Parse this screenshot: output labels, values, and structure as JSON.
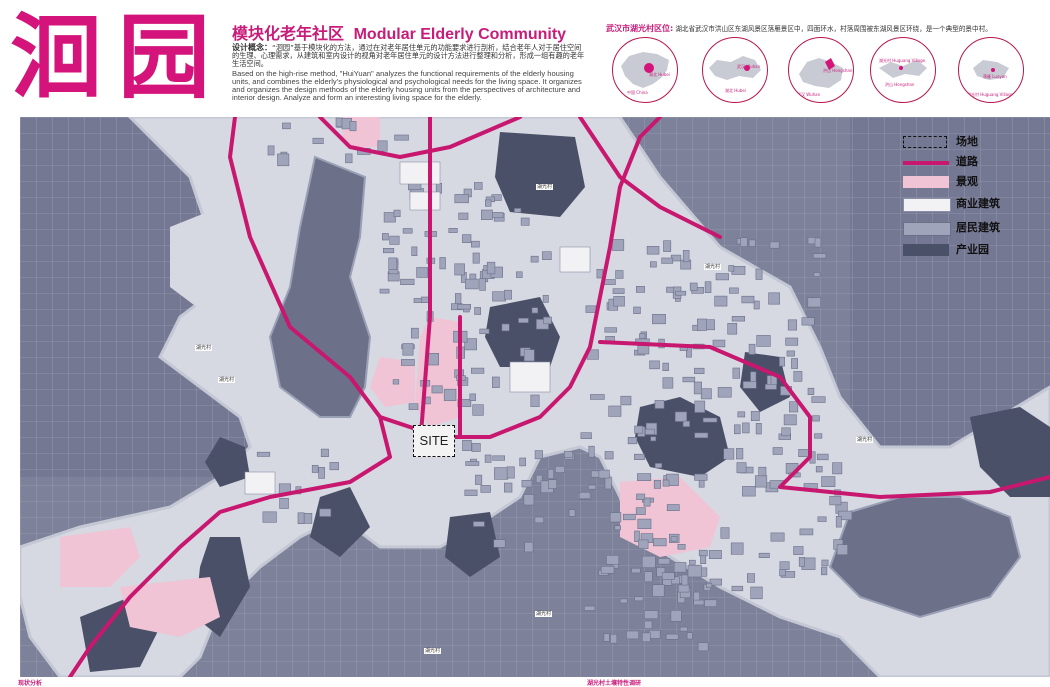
{
  "logo": {
    "char1": "洄",
    "char2": "园"
  },
  "title": {
    "cn": "模块化老年社区",
    "en": "Modular Elderly Community"
  },
  "concept": {
    "label": "设计概念：",
    "cn": "“洄园”基于模块化的方法，通过在对老年居住单元的功能要求进行剖析，结合老年人对于居住空间的生理、心理需求，从建筑和室内设计的视角对老年居住单元的设计方法进行整理和分析，形成一组有趣的老年生活空间。",
    "en": "Based on the high-rise method, \"HuiYuan\" analyzes the functional requirements of the elderly housing units, and combines the elderly’s physiological and psychological needs for the living space. It organizes and organizes the design methods of the elderly housing units from the perspectives of architecture and interior design. Analyze and form an interesting living space for the elderly."
  },
  "location": {
    "heading": "武汉市湖光村区位:",
    "text": "湖北省武汉市洪山区东湖风景区落雁景区中，四面环水，村落周围被东湖风景区环绕，是一个典型的景中村。",
    "circles": [
      {
        "l1": "中国 China",
        "l2": "湖北 Hubei"
      },
      {
        "l1": "武汉 Wuhan",
        "l2": "湖北 Hubei"
      },
      {
        "l1": "武汉 Wuhan",
        "l2": "洪山 Hongshan"
      },
      {
        "l1": "湖光村 Huguang Village",
        "l2": "洪山 Hongshan"
      },
      {
        "l1": "落雁 Luoyan",
        "l2": "湖光村 Huguang Village"
      }
    ]
  },
  "legend": [
    {
      "label": "场地",
      "kind": "dashed",
      "color": "#ffffff"
    },
    {
      "label": "道路",
      "kind": "line",
      "color": "#c8176f"
    },
    {
      "label": "景观",
      "kind": "fill",
      "color": "#f0c4d4"
    },
    {
      "label": "商业建筑",
      "kind": "fill",
      "color": "#f2f2f4"
    },
    {
      "label": "居民建筑",
      "kind": "fill",
      "color": "#9fa4ba"
    },
    {
      "label": "产业园",
      "kind": "fill",
      "color": "#4a5068"
    }
  ],
  "site_label": "SITE",
  "colors": {
    "accent": "#c8176f",
    "water": "#7d8199",
    "land": "#d6d8e2",
    "residential": "#9fa4ba",
    "industrial": "#4a5068",
    "landscape": "#f0c4d4"
  },
  "footer": {
    "left": "现状分析",
    "center": "湖光村土壤特性调研"
  },
  "place_labels": [
    "湖光村",
    "湖光村",
    "湖光村",
    "湖光村",
    "湖光村",
    "湖光村",
    "湖光村"
  ]
}
